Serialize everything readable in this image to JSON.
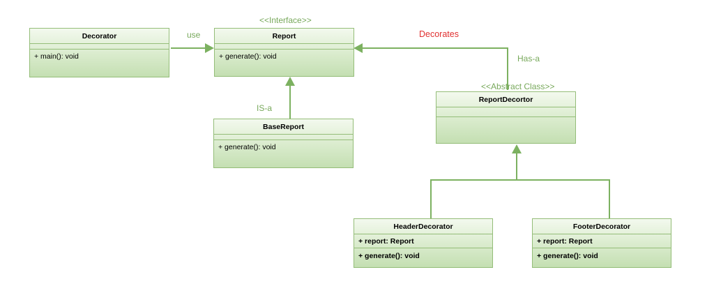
{
  "classes": {
    "decorator": {
      "name": "Decorator",
      "methods": [
        "+ main(): void"
      ]
    },
    "report": {
      "stereotype": "<<Interface>>",
      "name": "Report",
      "methods": [
        "+ generate(): void"
      ]
    },
    "base_report": {
      "name": "BaseReport",
      "methods": [
        "+ generate(): void"
      ]
    },
    "report_decorator": {
      "stereotype": "<<Abstract Class>>",
      "name": "ReportDecortor"
    },
    "header_decorator": {
      "name": "HeaderDecorator",
      "attributes": [
        "+ report: Report"
      ],
      "methods": [
        "+ generate(): void"
      ]
    },
    "footer_decorator": {
      "name": "FooterDecorator",
      "attributes": [
        "+ report: Report"
      ],
      "methods": [
        "+ generate(): void"
      ]
    }
  },
  "relations": {
    "use": "use",
    "is_a": "IS-a",
    "decorates": "Decorates",
    "has_a": "Has-a"
  },
  "colors": {
    "line": "#7cb160",
    "box_border": "#94bd78",
    "label_green": "#77a85a",
    "label_red": "#e03030"
  }
}
